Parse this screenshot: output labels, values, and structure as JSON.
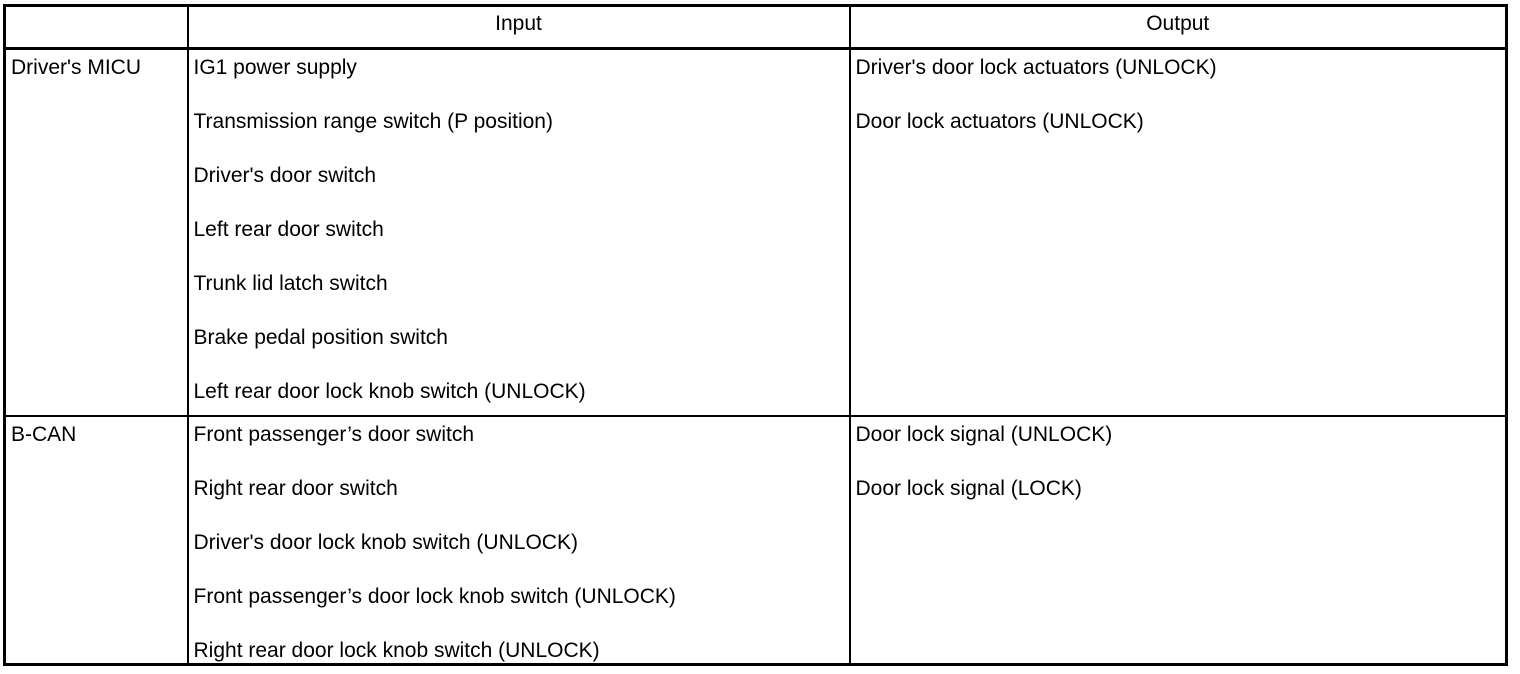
{
  "page": {
    "background_color": "#ffffff",
    "border_color": "#000000",
    "text_color": "#000000"
  },
  "table": {
    "headers": {
      "component": "",
      "input": "Input",
      "output": "Output"
    },
    "rows": [
      {
        "source": "Driver's MICU",
        "inputs": [
          "IG1 power supply",
          "Transmission range switch (P position)",
          "Driver's door switch",
          "Left rear door switch",
          "Trunk lid latch switch",
          "Brake pedal position switch",
          "Left rear door lock knob switch (UNLOCK)"
        ],
        "outputs": [
          "Driver's door lock actuators (UNLOCK)",
          "Door lock actuators (UNLOCK)"
        ]
      },
      {
        "source": "B-CAN",
        "inputs": [
          "Front passenger’s door switch",
          "Right rear door switch",
          "Driver's door lock knob switch (UNLOCK)",
          "Front passenger’s door lock knob switch (UNLOCK)",
          "Right rear door lock knob switch (UNLOCK)"
        ],
        "outputs": [
          "Door lock signal (UNLOCK)",
          "Door lock signal (LOCK)"
        ]
      }
    ]
  }
}
